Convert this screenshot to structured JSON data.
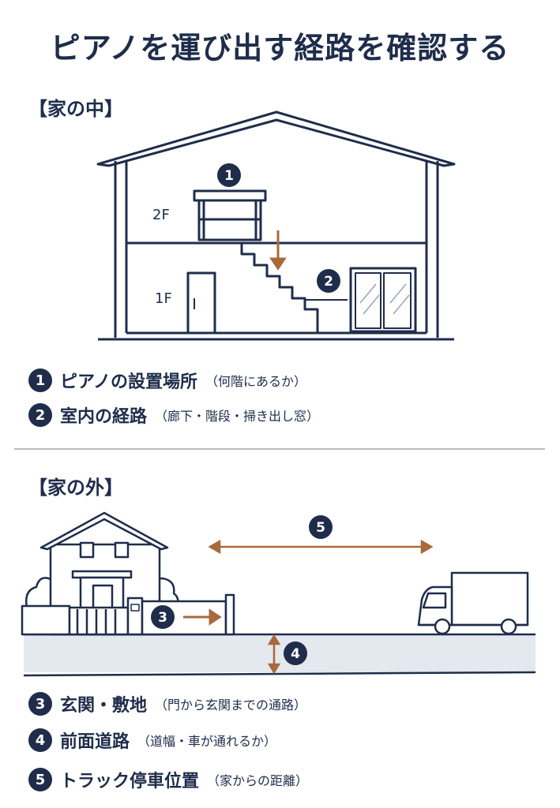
{
  "title": "ピアノを運び出す経路を確認する",
  "indoor": {
    "heading": "【家の中】",
    "floor_2": "2F",
    "floor_1": "1F",
    "items": [
      {
        "num": "1",
        "label": "ピアノの設置場所",
        "note": "（何階にあるか）"
      },
      {
        "num": "2",
        "label": "室内の経路",
        "note": "（廊下・階段・掃き出し窓）"
      }
    ]
  },
  "outdoor": {
    "heading": "【家の外】",
    "items": [
      {
        "num": "3",
        "label": "玄関・敷地",
        "note": "（門から玄関までの通路）"
      },
      {
        "num": "4",
        "label": "前面道路",
        "note": "（道幅・車が通れるか）"
      },
      {
        "num": "5",
        "label": "トラック停車位置",
        "note": "（家からの距離）"
      }
    ]
  },
  "colors": {
    "navy": "#1f2d4b",
    "arrow": "#a8693c",
    "road": "#e4e8ef"
  }
}
